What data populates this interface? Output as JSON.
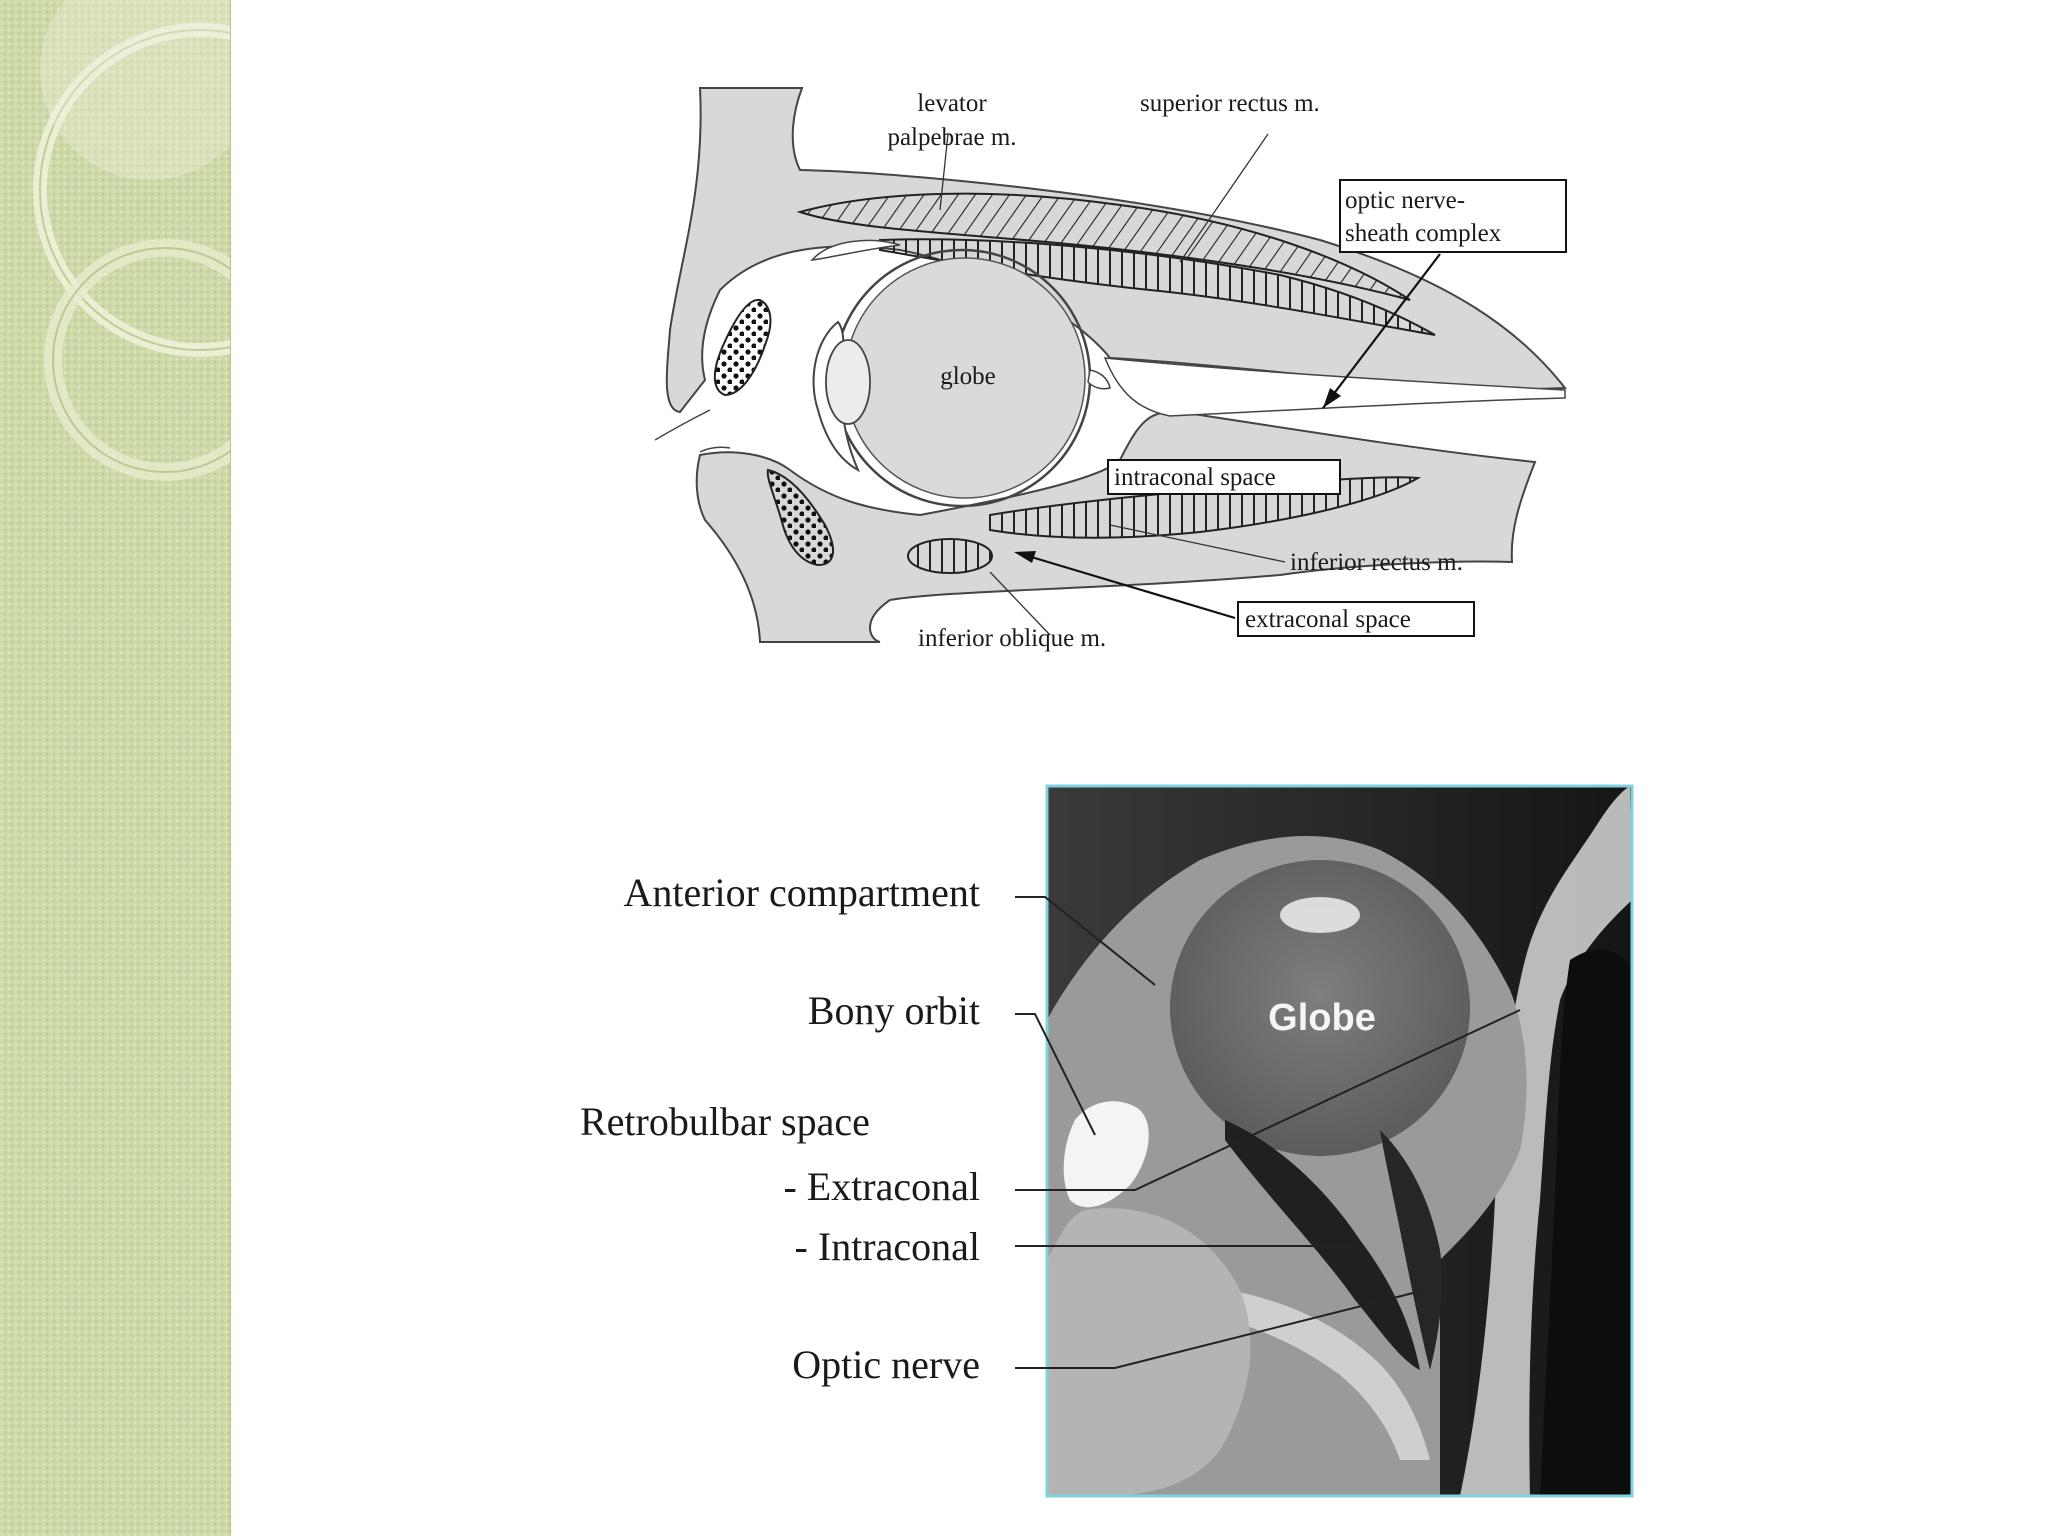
{
  "diagram": {
    "labels": {
      "levator_line1": "levator",
      "levator_line2": "palpebrae m.",
      "superior_rectus": "superior rectus m.",
      "optic_sheath_line1": "optic nerve-",
      "optic_sheath_line2": "sheath complex",
      "globe": "globe",
      "intraconal_space": "intraconal space",
      "inferior_rectus": "inferior rectus m.",
      "extraconal_space": "extraconal space",
      "inferior_oblique": "inferior oblique m."
    }
  },
  "ct_image": {
    "globe_label": "Globe",
    "labels": {
      "anterior_compartment": "Anterior compartment",
      "bony_orbit": "Bony orbit",
      "retrobulbar_space": "Retrobulbar space",
      "extraconal": "- Extraconal",
      "intraconal": "- Intraconal",
      "optic_nerve": "Optic nerve"
    },
    "frame_color": "#7fd3dc"
  },
  "colors": {
    "tissue_gray": "#d8d8d8",
    "sidebar_green": "#cdd9a6"
  }
}
